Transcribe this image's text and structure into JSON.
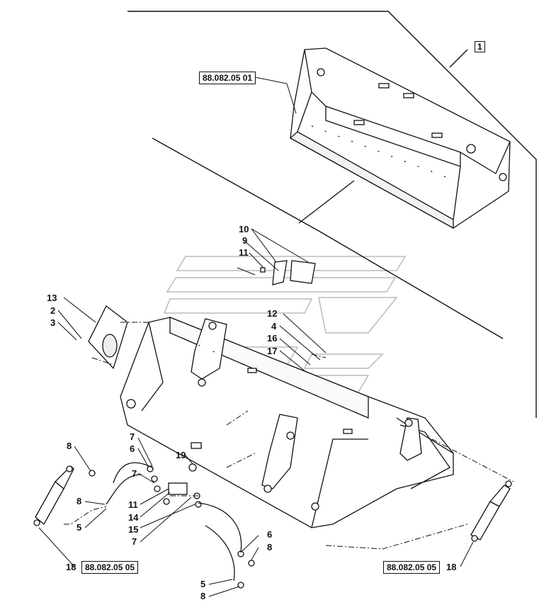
{
  "references": {
    "bucket_ref": "88.082.05 01",
    "cyl_left_ref": "88.082.05 05",
    "cyl_right_ref": "88.082.05 05",
    "assembly_box": "1"
  },
  "callouts": {
    "c1": "1",
    "c2": "2",
    "c3": "3",
    "c4": "4",
    "c5a": "5",
    "c5b": "5",
    "c6a": "6",
    "c6b": "6",
    "c7a": "7",
    "c7b": "7",
    "c7c": "7",
    "c8a": "8",
    "c8b": "8",
    "c8c": "8",
    "c8d": "8",
    "c9": "9",
    "c10": "10",
    "c11a": "11",
    "c11b": "11",
    "c12": "12",
    "c13": "13",
    "c14": "14",
    "c15": "15",
    "c16": "16",
    "c17": "17",
    "c18a": "18",
    "c18b": "18",
    "c19": "19"
  }
}
